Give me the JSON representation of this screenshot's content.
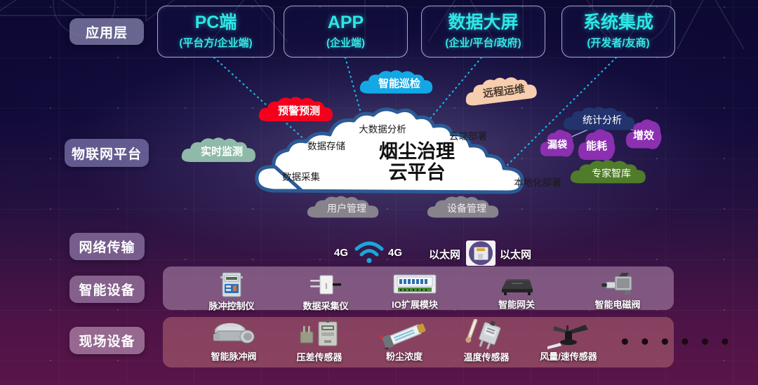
{
  "layers": [
    {
      "id": "application",
      "label": "应用层"
    },
    {
      "id": "iot-platform",
      "label": "物联网平台"
    },
    {
      "id": "network",
      "label": "网络传输"
    },
    {
      "id": "smart-device",
      "label": "智能设备"
    },
    {
      "id": "field-device",
      "label": "现场设备"
    }
  ],
  "application": {
    "boxes": [
      {
        "title": "PC端",
        "sub": "(平台方/企业端)"
      },
      {
        "title": "APP",
        "sub": "(企业端)"
      },
      {
        "title": "数据大屏",
        "sub": "(企业/平台/政府)"
      },
      {
        "title": "系统集成",
        "sub": "(开发者/友商)"
      }
    ]
  },
  "platform": {
    "center": {
      "line1": "烟尘治理",
      "line2": "云平台"
    },
    "white_clouds": [
      {
        "label": "大数据分析"
      },
      {
        "label": "数据存储"
      },
      {
        "label": "数据采集"
      },
      {
        "label": "云端部署"
      },
      {
        "label": "本地化部署"
      }
    ],
    "accent_clouds": [
      {
        "label": "预警预测",
        "color": "#f5001c",
        "text": "#ffffff"
      },
      {
        "label": "智能巡检",
        "color": "#14a7e6",
        "text": "#ffffff"
      },
      {
        "label": "远程运维",
        "color": "#f6cdae",
        "text": "#4a3a30"
      },
      {
        "label": "实时监测",
        "color": "#8fb9a8",
        "text": "#ffffff"
      },
      {
        "label": "统计分析",
        "color": "#22336e",
        "text": "#ffffff"
      },
      {
        "label": "漏袋",
        "color": "#8c2fb0",
        "text": "#ffffff"
      },
      {
        "label": "能耗",
        "color": "#8c2fb0",
        "text": "#ffffff"
      },
      {
        "label": "增效",
        "color": "#8c2fb0",
        "text": "#ffffff"
      },
      {
        "label": "专家智库",
        "color": "#4f7c2a",
        "text": "#ffffff"
      }
    ],
    "gray_clouds": [
      {
        "label": "用户管理"
      },
      {
        "label": "设备管理"
      }
    ]
  },
  "network": {
    "items": [
      {
        "label": "4G"
      },
      {
        "icon": "wifi-icon"
      },
      {
        "label": "4G"
      },
      {
        "label": "以太网"
      },
      {
        "icon": "ethernet-icon"
      },
      {
        "label": "以太网"
      }
    ],
    "labels": {
      "g4_left": "4G",
      "g4_right": "4G",
      "eth_left": "以太网",
      "eth_right": "以太网"
    }
  },
  "smart_devices": [
    {
      "label": "脉冲控制仪",
      "icon": "pulse-controller-icon"
    },
    {
      "label": "数据采集仪",
      "icon": "data-collector-icon"
    },
    {
      "label": "IO扩展模块",
      "icon": "io-module-icon"
    },
    {
      "label": "智能网关",
      "icon": "smart-gateway-icon"
    },
    {
      "label": "智能电磁阀",
      "icon": "solenoid-valve-icon"
    }
  ],
  "field_devices": [
    {
      "label": "智能脉冲阀",
      "icon": "pulse-valve-icon"
    },
    {
      "label": "压差传感器",
      "icon": "pressure-sensor-icon"
    },
    {
      "label": "粉尘浓度",
      "icon": "dust-sensor-icon"
    },
    {
      "label": "温度传感器",
      "icon": "temperature-sensor-icon"
    },
    {
      "label": "风量/速传感器",
      "icon": "anemometer-icon"
    }
  ],
  "field_more": "● ● ● ● ● ●",
  "colors": {
    "accent_cyan": "#2ee6e6",
    "bg_top": "#0c0933",
    "bg_bottom": "#5a1549",
    "band_smart": "#997297",
    "band_field": "#a0566b",
    "connector": "#17b6e8"
  }
}
